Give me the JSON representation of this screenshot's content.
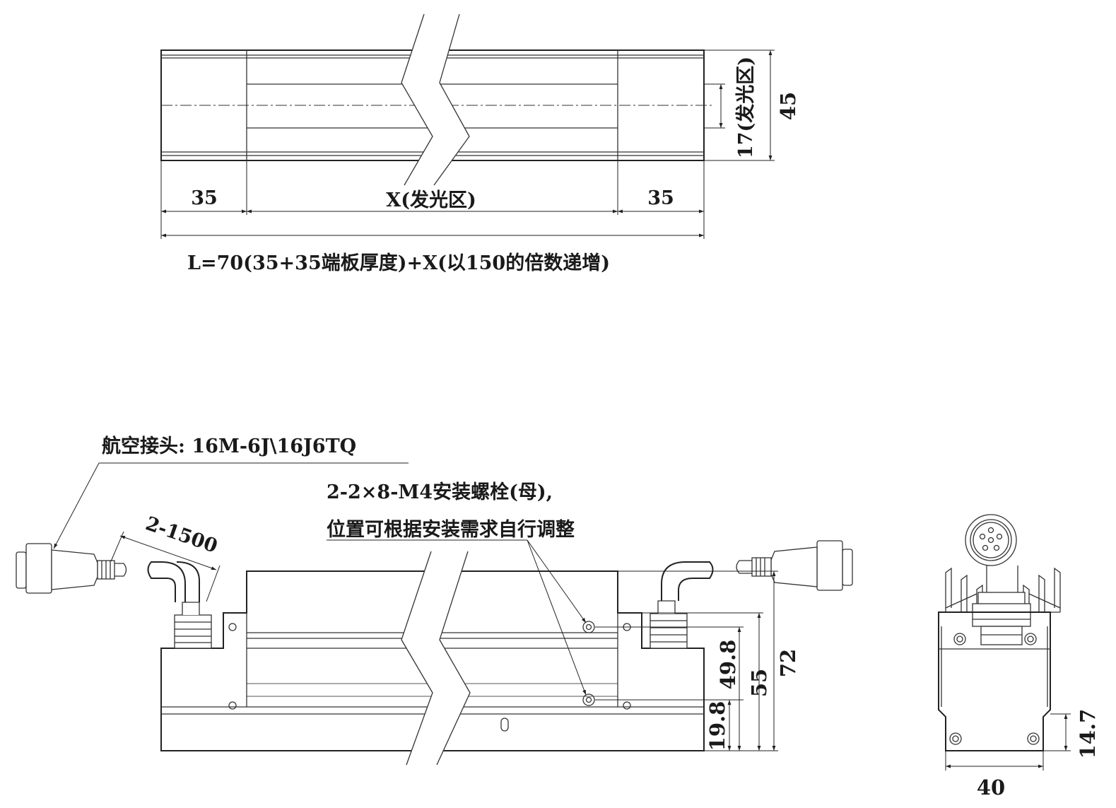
{
  "top_view": {
    "dim_left": "35",
    "dim_center": "X(发光区)",
    "dim_right": "35",
    "dim_emit_height": "17(发光区)",
    "dim_height": "45",
    "formula": "L=70(35+35端板厚度)+X(以150的倍数递增)"
  },
  "front_view": {
    "connector_label": "航空接头: 16M-6J\\16J6TQ",
    "cable_dim": "2-1500",
    "bolt_label_line1": "2-2×8-M4安装螺栓(母),",
    "bolt_label_line2": "位置可根据安装需求自行调整",
    "dim_49_8": "49.8",
    "dim_55": "55",
    "dim_72": "72",
    "dim_19_8": "19.8"
  },
  "side_view": {
    "dim_width": "40",
    "dim_base": "14.7"
  }
}
